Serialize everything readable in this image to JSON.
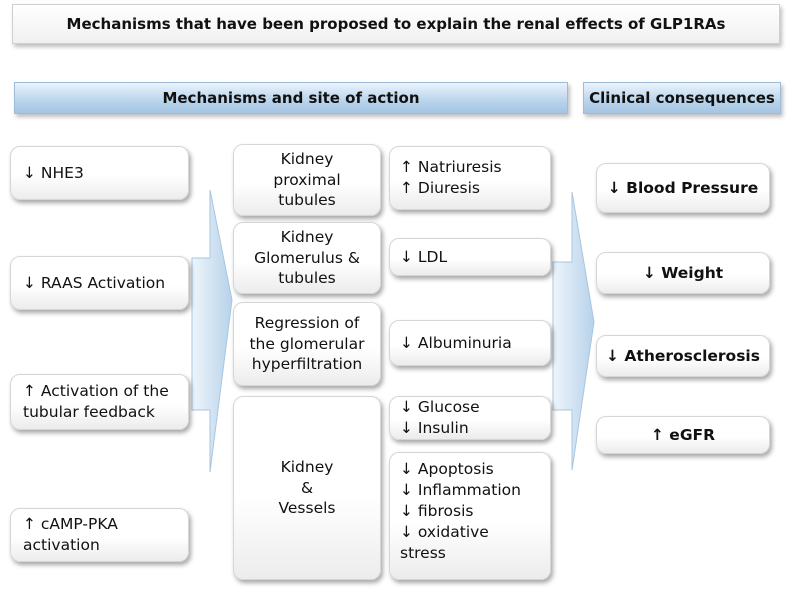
{
  "title": "Mechanisms that have been proposed to explain the renal effects of GLP1RAs",
  "banners": {
    "mechanisms": "Mechanisms and site of action",
    "clinical": "Clinical consequences"
  },
  "mechanisms": [
    "↓ NHE3",
    "↓ RAAS Activation",
    "↑ Activation of the\ntubular feedback",
    "↑ cAMP-PKA\nactivation"
  ],
  "sites": [
    "Kidney\nproximal\ntubules",
    "Kidney\nGlomerulus &\ntubules",
    "Regression of\nthe glomerular\nhyperfiltration",
    "Kidney\n&\nVessels"
  ],
  "effects": [
    "↑ Natriuresis\n↑ Diuresis",
    "↓ LDL",
    "↓ Albuminuria",
    "↓ Glucose\n↓ Insulin",
    "↓ Apoptosis\n↓ Inflammation\n↓ fibrosis\n↓ oxidative\nstress"
  ],
  "consequences": [
    "↓ Blood Pressure",
    "↓ Weight",
    "↓ Atherosclerosis",
    "↑ eGFR"
  ],
  "colors": {
    "arrow_fill": "#c7dcef",
    "banner_fill": "#b9d4ec"
  }
}
